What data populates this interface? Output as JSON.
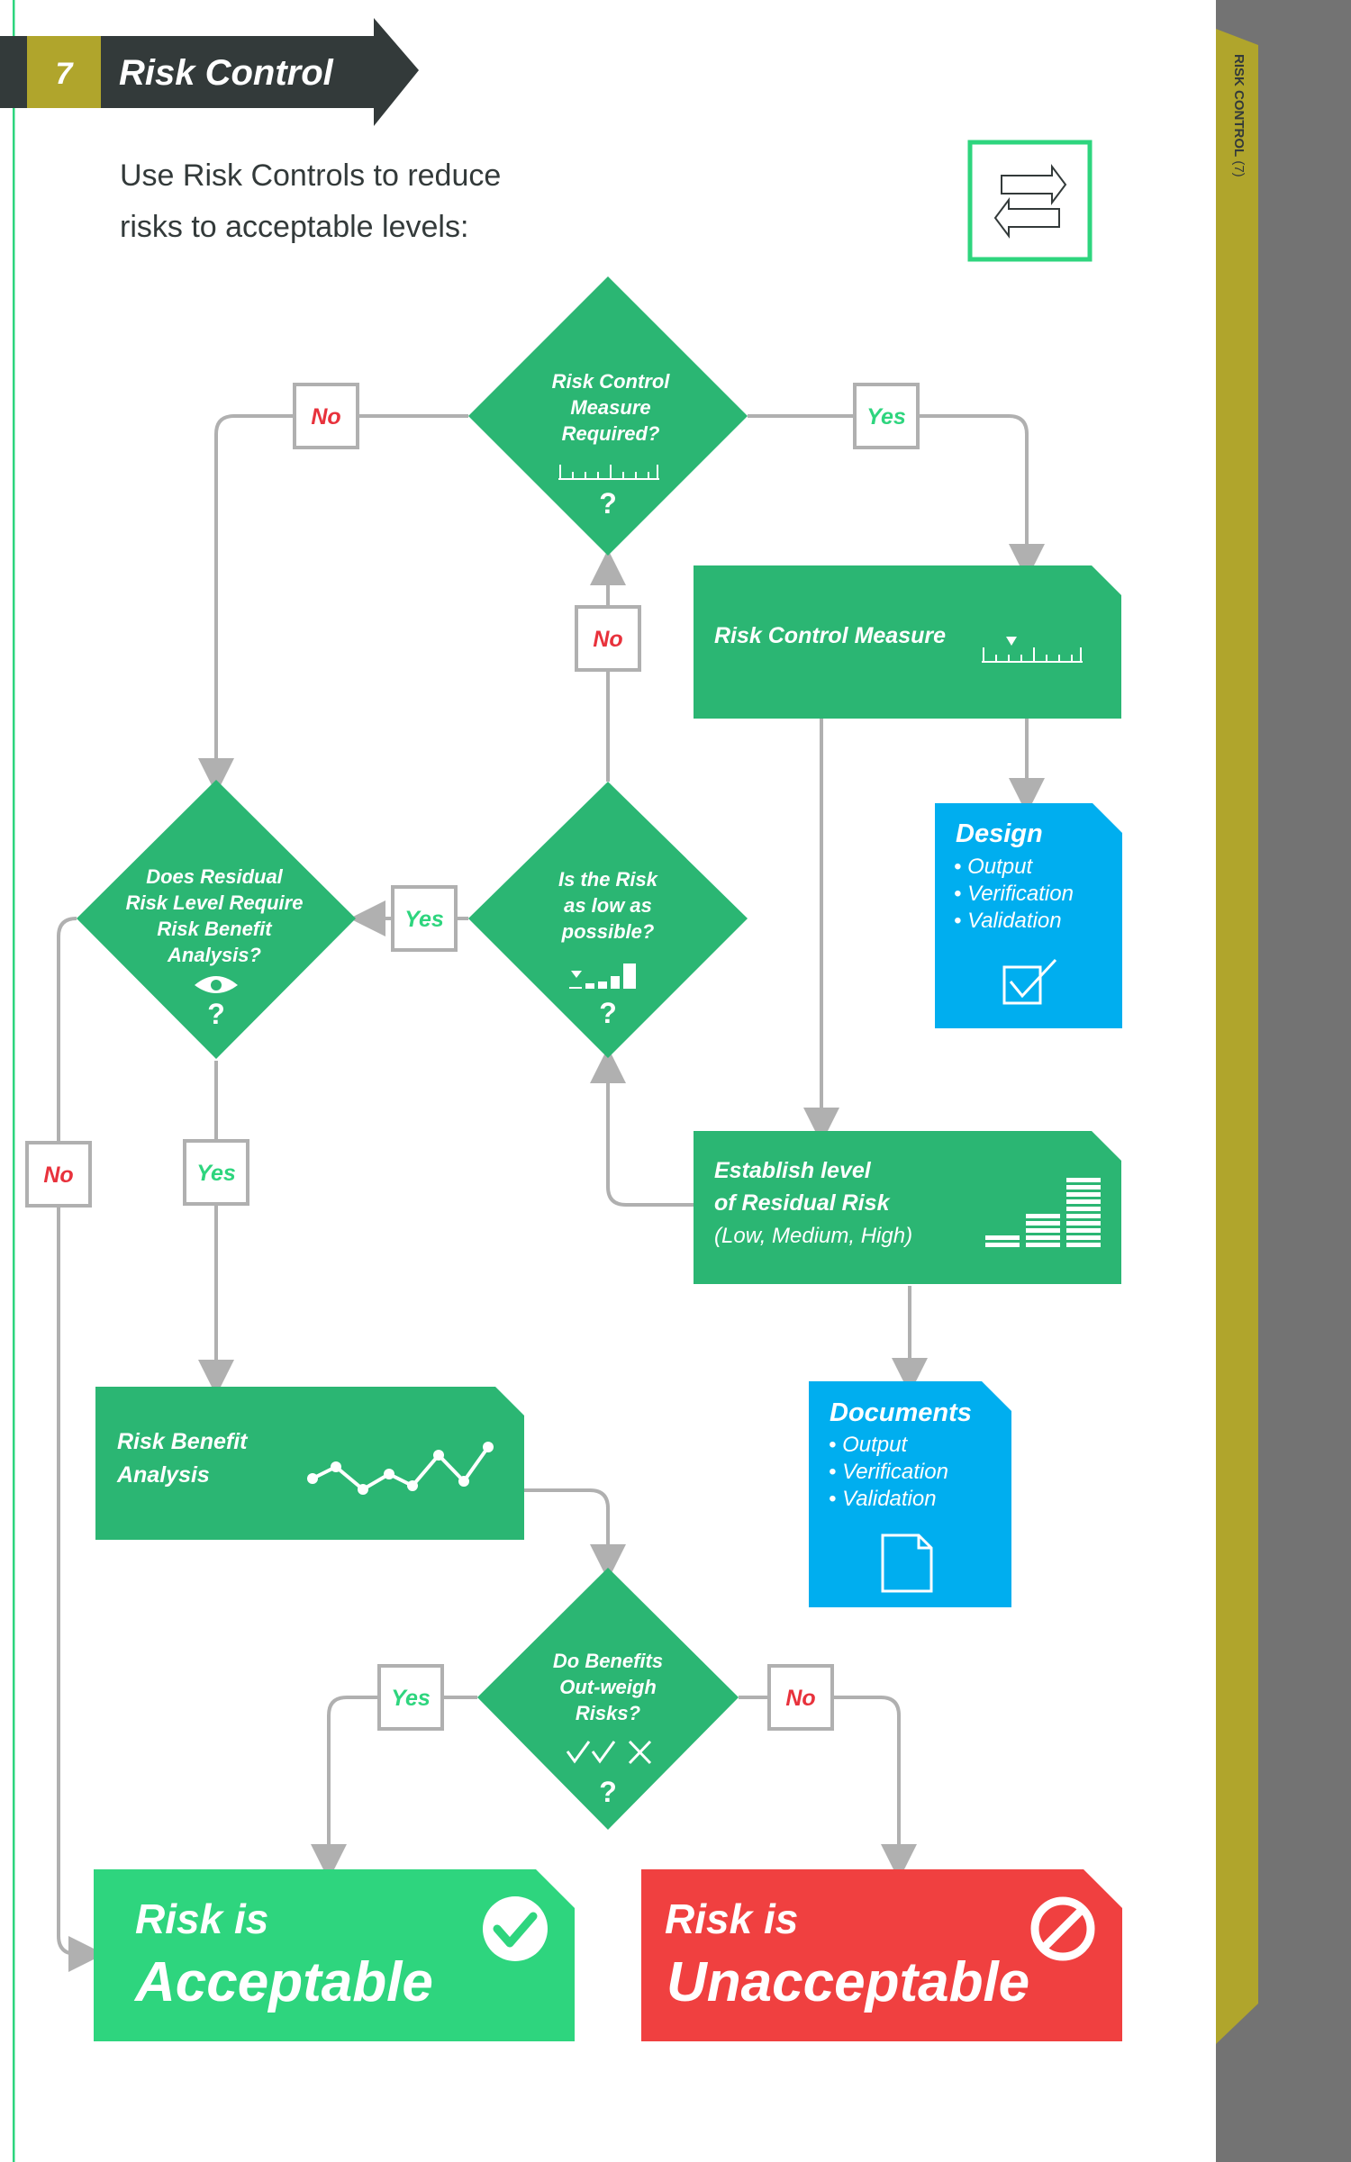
{
  "header": {
    "step_number": "7",
    "title": "Risk Control"
  },
  "intro": {
    "line1": "Use Risk Controls to reduce",
    "line2": "risks to acceptable levels:"
  },
  "side_tab": {
    "label": "RISK CONTROL",
    "number": "(7)"
  },
  "nodes": {
    "measure_required": {
      "lines": [
        "Risk Control",
        "Measure",
        "Required?"
      ],
      "mark": "?"
    },
    "risk_control_measure": {
      "label": "Risk Control Measure"
    },
    "design": {
      "title": "Design",
      "items": [
        "Output",
        "Verification",
        "Validation"
      ]
    },
    "as_low_as_possible": {
      "lines": [
        "Is the Risk",
        "as low as",
        "possible?"
      ],
      "mark": "?"
    },
    "residual_requires_analysis": {
      "lines": [
        "Does Residual",
        "Risk Level Require",
        "Risk Benefit",
        "Analysis?"
      ],
      "mark": "?"
    },
    "establish_residual": {
      "line1": "Establish level",
      "line2": "of Residual Risk",
      "line3": "(Low, Medium, High)"
    },
    "documents": {
      "title": "Documents",
      "items": [
        "Output",
        "Verification",
        "Validation"
      ]
    },
    "risk_benefit_analysis": {
      "line1": "Risk Benefit",
      "line2": "Analysis"
    },
    "benefits_outweigh": {
      "lines": [
        "Do Benefits",
        "Out-weigh",
        "Risks?"
      ],
      "mark": "?"
    },
    "acceptable": {
      "line1": "Risk is",
      "line2": "Acceptable"
    },
    "unacceptable": {
      "line1": "Risk is",
      "line2": "Unacceptable"
    }
  },
  "edge_labels": {
    "measure_no": "No",
    "measure_yes": "Yes",
    "aslow_no": "No",
    "aslow_yes": "Yes",
    "residual_no": "No",
    "residual_yes": "Yes",
    "benefit_yes": "Yes",
    "benefit_no": "No"
  },
  "colors": {
    "green": "#2bb673",
    "bright_green": "#2ed57e",
    "blue": "#00aeef",
    "red": "#f04040",
    "olive": "#b0a52c",
    "dark": "#333a3a",
    "gray": "#737373",
    "connector": "#b0b0b0",
    "yes_text": "#2ed57e",
    "no_text": "#e8323c"
  },
  "icons": [
    "swap-arrows-icon",
    "ruler-icon",
    "eye-icon",
    "bar-chart-icon",
    "line-chart-icon",
    "checkmarks-icon",
    "checkbox-icon",
    "document-icon",
    "check-circle-icon",
    "prohibited-icon"
  ]
}
